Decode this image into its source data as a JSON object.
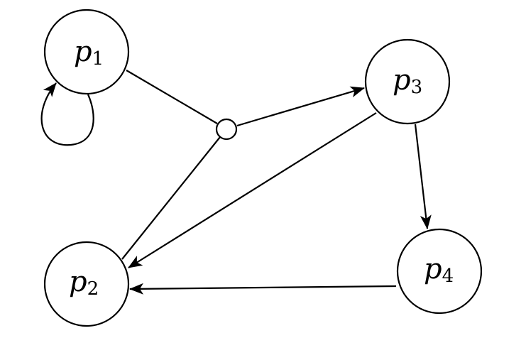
{
  "nodes": [
    {
      "id": "p1",
      "name": "p",
      "sub": "1"
    },
    {
      "id": "p2",
      "name": "p",
      "sub": "2"
    },
    {
      "id": "p3",
      "name": "p",
      "sub": "3"
    },
    {
      "id": "p4",
      "name": "p",
      "sub": "4"
    }
  ],
  "edges": [
    {
      "from": "p1",
      "to": "p1",
      "type": "self-loop",
      "arrow": true
    },
    {
      "from": "p1",
      "to": "junction",
      "arrow": false
    },
    {
      "from": "junction",
      "to": "p2",
      "arrow": false
    },
    {
      "from": "junction",
      "to": "p3",
      "arrow": true
    },
    {
      "from": "p3",
      "to": "p2",
      "arrow": true
    },
    {
      "from": "p3",
      "to": "p4",
      "arrow": true
    },
    {
      "from": "p4",
      "to": "p2",
      "arrow": true
    }
  ],
  "colors": {
    "stroke": "#000000",
    "fill": "#ffffff"
  }
}
